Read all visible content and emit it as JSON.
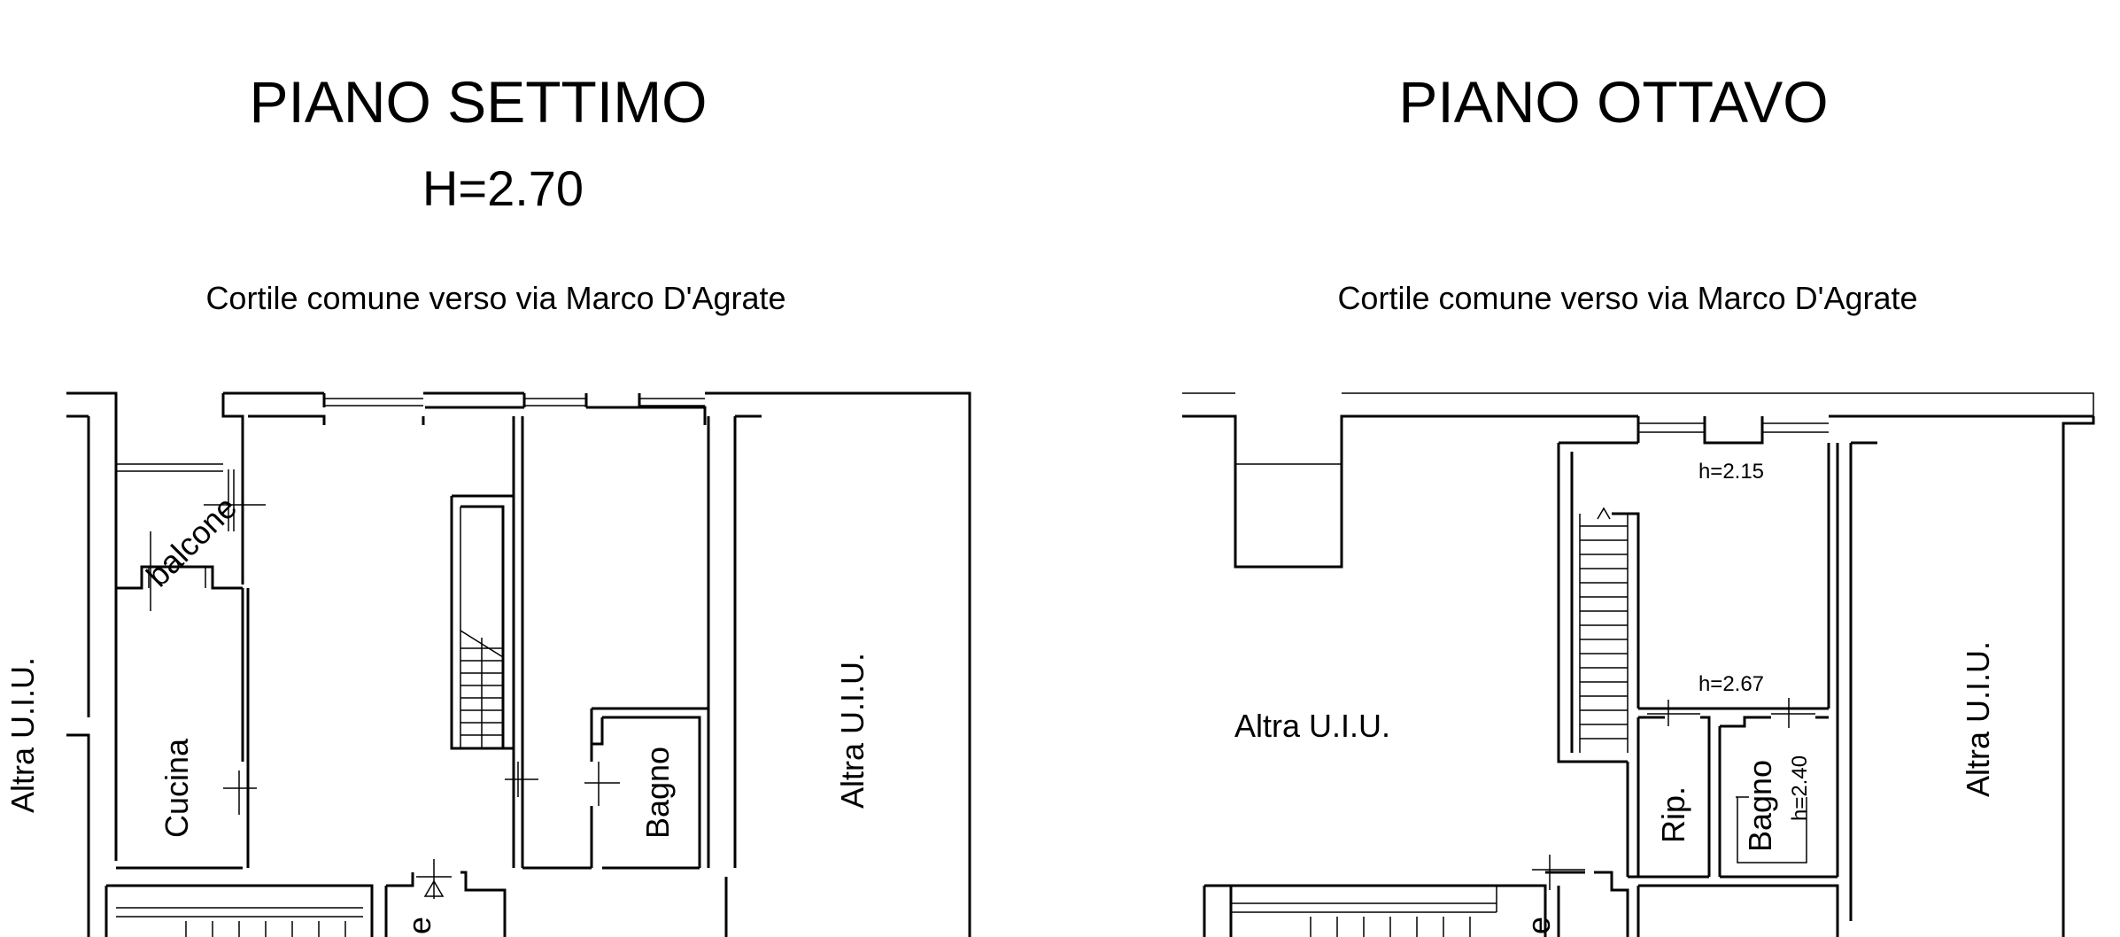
{
  "left_plan": {
    "title": "PIANO SETTIMO",
    "subtitle": "H=2.70",
    "courtyard_label": "Cortile comune verso via Marco D'Agrate",
    "rooms": {
      "balcone": "balcone",
      "cucina": "Cucina",
      "bagno": "Bagno",
      "altra_left": "Altra U.I.U.",
      "altra_right": "Altra U.I.U.",
      "partial": "e"
    }
  },
  "right_plan": {
    "title": "PIANO OTTAVO",
    "courtyard_label": "Cortile comune verso via Marco D'Agrate",
    "rooms": {
      "altra_left": "Altra U.I.U.",
      "altra_right": "Altra U.I.U.",
      "rip": "Rip.",
      "bagno": "Bagno",
      "partial": "e"
    },
    "heights": {
      "h1": "h=2.15",
      "h2": "h=2.67",
      "h3": "h=2.40"
    }
  }
}
